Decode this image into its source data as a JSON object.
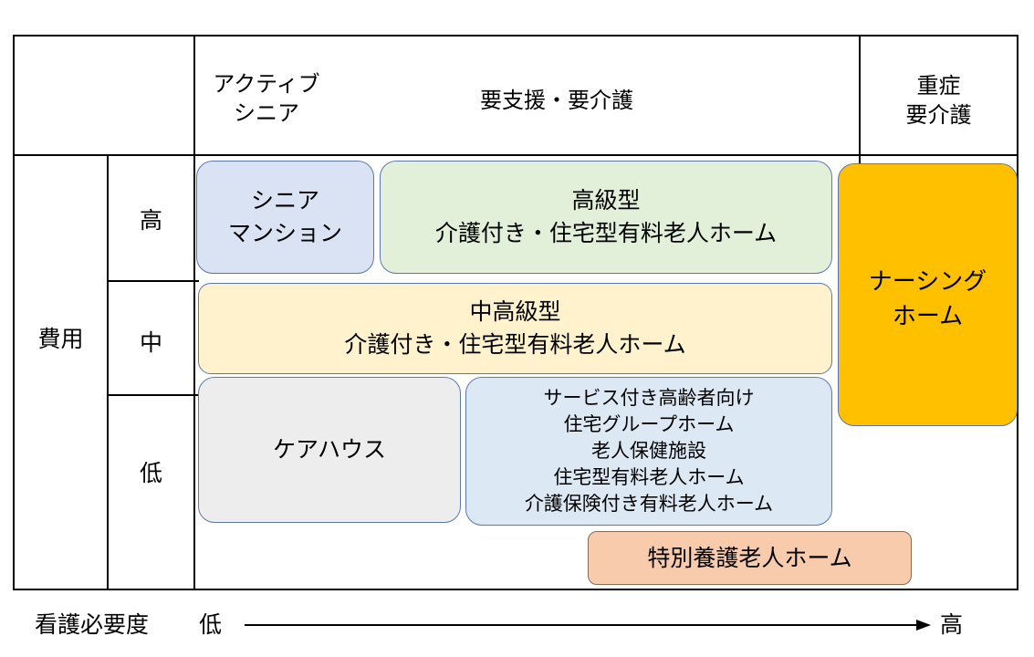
{
  "header": {
    "col_active": "アクティブ\nシニア",
    "col_support": "要支援・要介護",
    "col_severe": "重症\n要介護"
  },
  "rows": {
    "cost_label": "費用",
    "high": "高",
    "mid": "中",
    "low": "低"
  },
  "boxes": {
    "senior_mansion": "シニア\nマンション",
    "high_class": "高級型\n介護付き・住宅型有料老人ホーム",
    "mid_high_class": "中高級型\n介護付き・住宅型有料老人ホーム",
    "nursing_home": "ナーシング\nホーム",
    "care_house": "ケアハウス",
    "services_list": "サービス付き高齢者向け\n住宅グループホーム\n老人保健施設\n住宅型有料老人ホーム\n介護保険付き有料老人ホーム",
    "special_nursing": "特別養護老人ホーム"
  },
  "axis": {
    "label": "看護必要度",
    "low": "低",
    "high": "高"
  },
  "colors": {
    "senior_mansion": "#dae3f3",
    "high_class": "#e2efd9",
    "mid_high_class": "#fff2cc",
    "nursing_home": "#ffc000",
    "care_house": "#ededed",
    "services_list": "#dde8f5",
    "special_nursing": "#f8cbad"
  }
}
